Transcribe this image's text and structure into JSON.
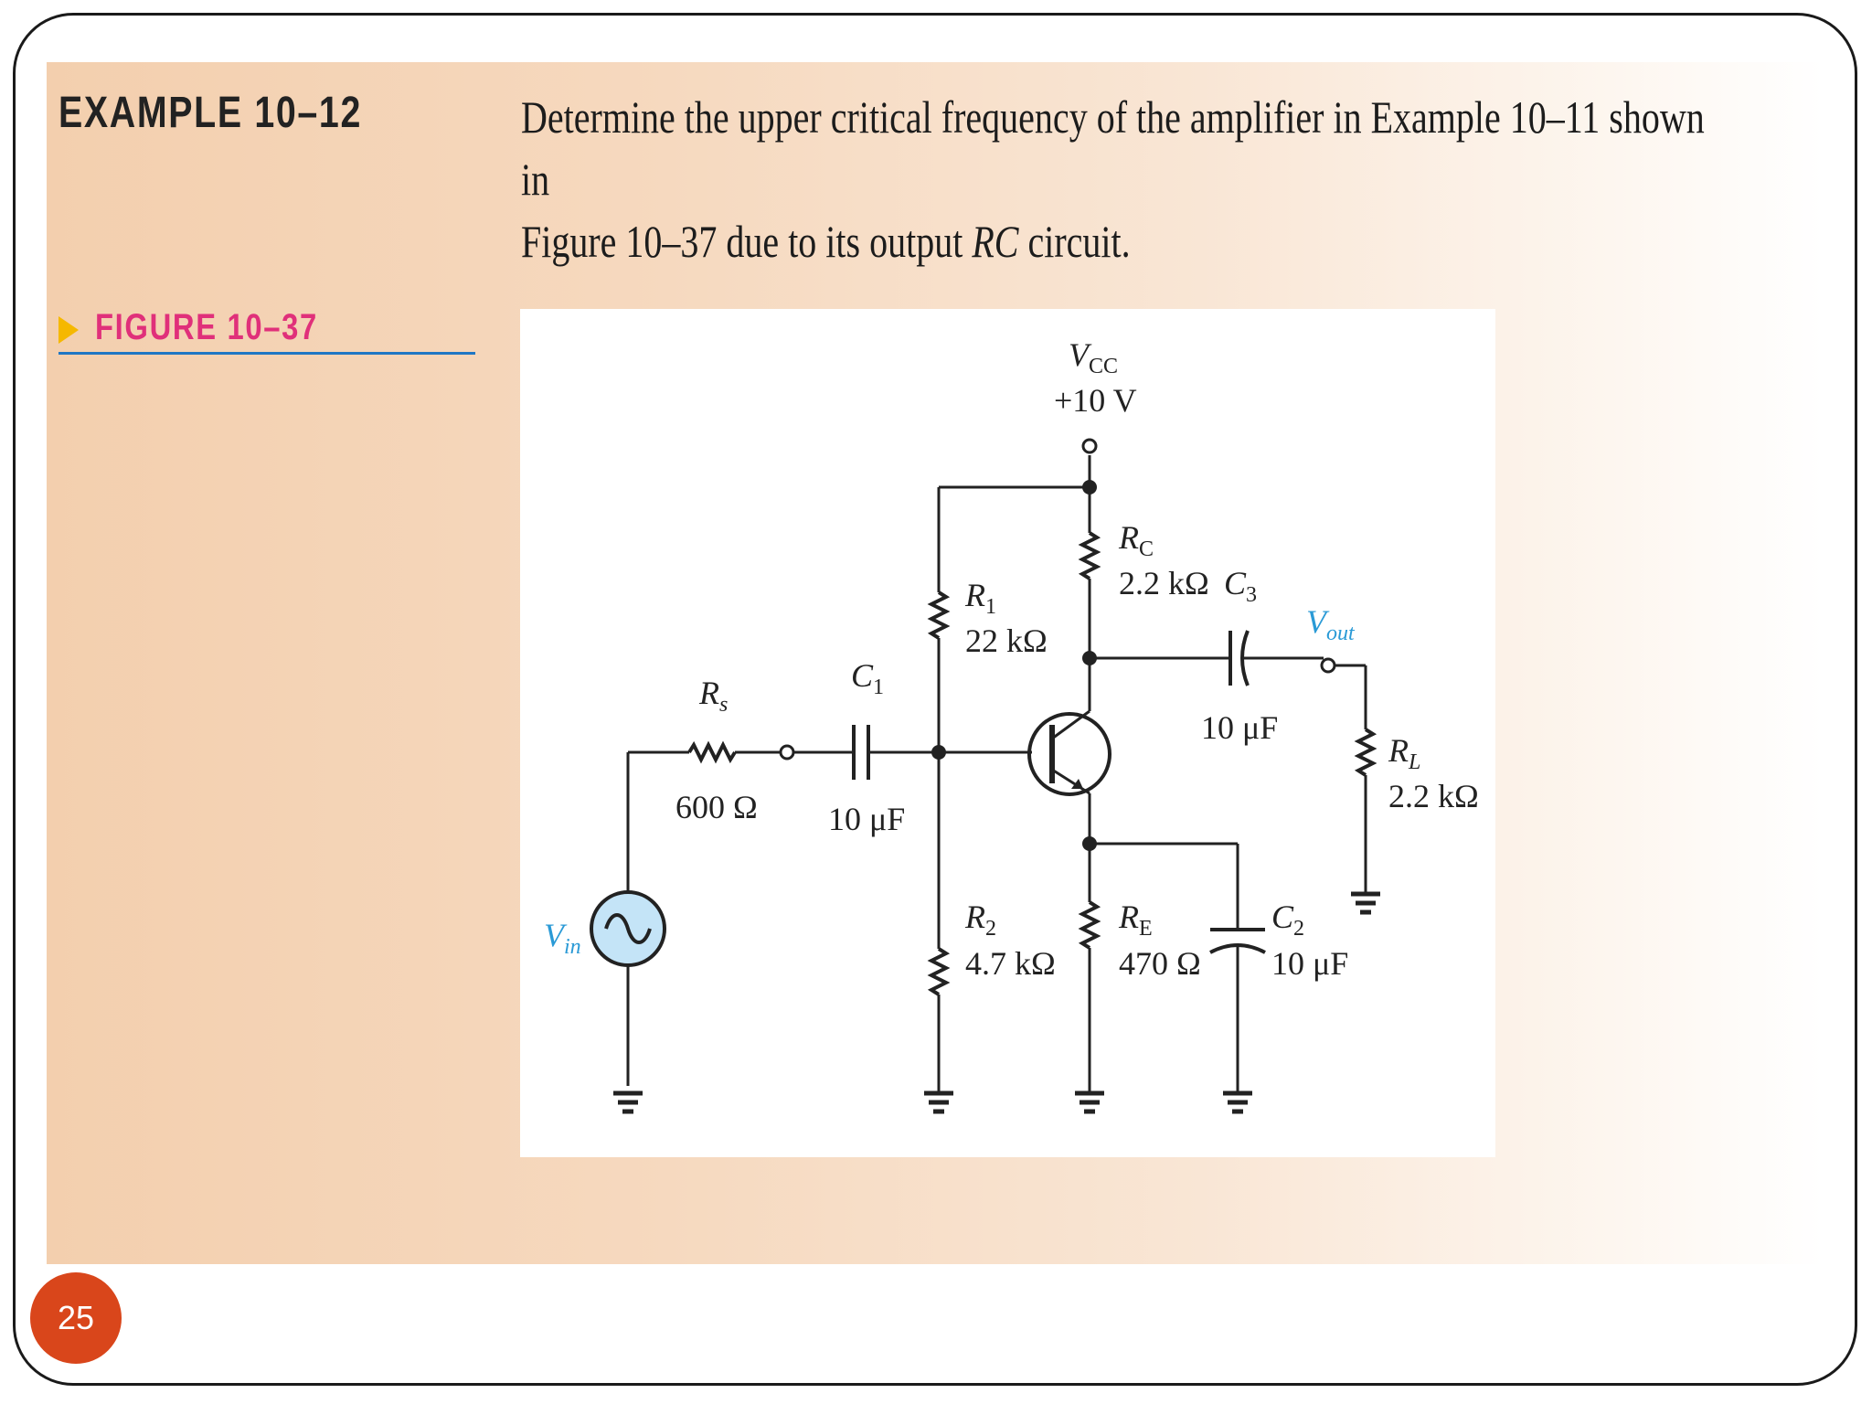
{
  "example": {
    "heading": "EXAMPLE 10–12",
    "text_line1": "Determine the upper critical frequency of the amplifier in Example 10–11 shown in",
    "text_line2_prefix": "Figure 10–37 due to its output ",
    "text_line2_italic": "RC",
    "text_line2_suffix": " circuit."
  },
  "figure": {
    "caption": "FIGURE 10–37"
  },
  "circuit": {
    "vcc_symbol": "V",
    "vcc_sub": "CC",
    "vcc_value": "+10 V",
    "rc_symbol": "R",
    "rc_sub": "C",
    "rc_value": "2.2 kΩ",
    "c3_symbol": "C",
    "c3_sub": "3",
    "c3_value": "10 μF",
    "vout_symbol": "V",
    "vout_sub": "out",
    "r1_symbol": "R",
    "r1_sub": "1",
    "r1_value": "22 kΩ",
    "c1_symbol": "C",
    "c1_sub": "1",
    "c1_value": "10 μF",
    "rs_symbol": "R",
    "rs_sub": "s",
    "rs_value": "600 Ω",
    "rl_symbol": "R",
    "rl_sub": "L",
    "rl_value": "2.2 kΩ",
    "vin_symbol": "V",
    "vin_sub": "in",
    "r2_symbol": "R",
    "r2_sub": "2",
    "r2_value": "4.7 kΩ",
    "re_symbol": "R",
    "re_sub": "E",
    "re_value": "470 Ω",
    "c2_symbol": "C",
    "c2_sub": "2",
    "c2_value": "10 μF"
  },
  "colors": {
    "badge": "#d9461b",
    "caption_text": "#e0307a",
    "caption_rule": "#1f77c4",
    "caption_arrow": "#f5b800",
    "source_fill": "#c4e4f7"
  },
  "slide": {
    "page_number": "25"
  }
}
